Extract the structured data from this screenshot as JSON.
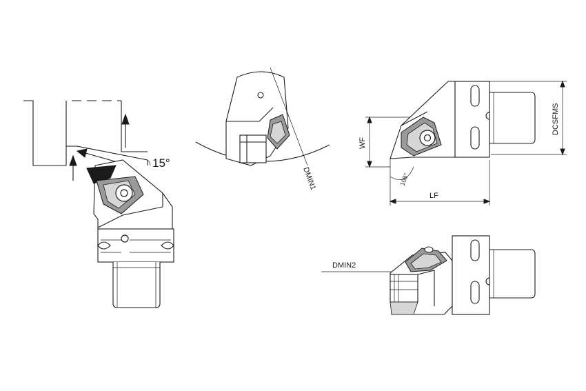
{
  "labels": {
    "angle_15": "15°",
    "dmin1": "DMIN1",
    "wf": "WF",
    "lf": "LF",
    "dcsfms": "DCSFMS",
    "angle_108": "108°",
    "dmin2": "DMIN2"
  },
  "colors": {
    "line": "#1a1a1a",
    "insert_fill": "#9a9a9a",
    "background": "#ffffff"
  }
}
